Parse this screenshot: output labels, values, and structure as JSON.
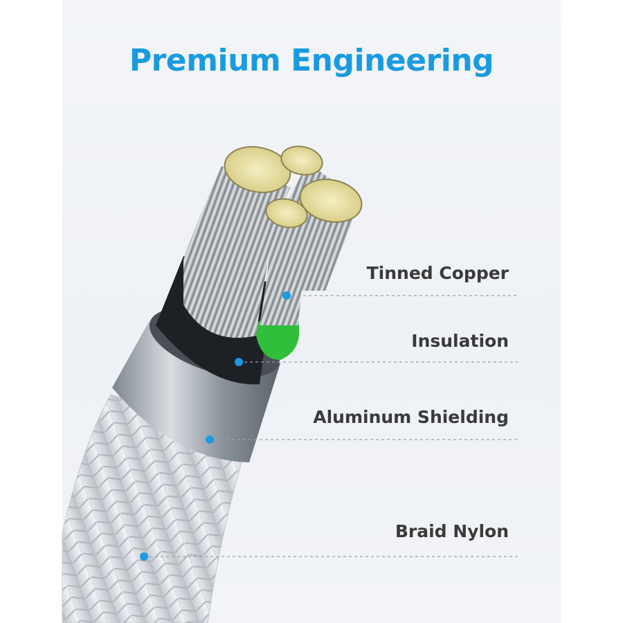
{
  "headline": "Premium Engineering",
  "colors": {
    "accent": "#1a9be0",
    "label": "#3a3a3a",
    "leader": "#9aa0a6",
    "insulation_green": "#2fbf3a",
    "braid": "#dfe3e8",
    "metal": "#9aa1a8"
  },
  "callouts": [
    {
      "label": "Tinned Copper"
    },
    {
      "label": "Insulation"
    },
    {
      "label": "Aluminum Shielding"
    },
    {
      "label": "Braid Nylon"
    }
  ]
}
